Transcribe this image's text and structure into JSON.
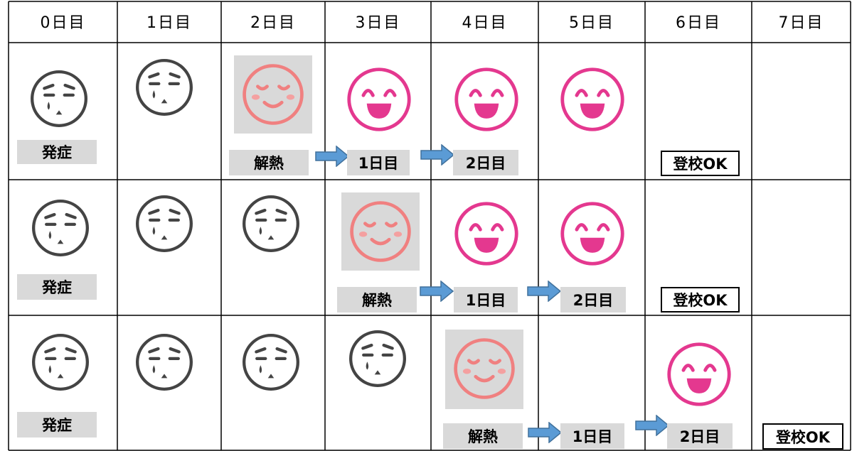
{
  "headers": [
    "0日目",
    "1日目",
    "2日目",
    "3日目",
    "4日目",
    "5日目",
    "6日目",
    "7日目"
  ],
  "labels": {
    "onset": "発症",
    "fever_gone": "解熱",
    "day1": "1日目",
    "day2": "2日目",
    "school_ok": "登校OK"
  },
  "rows": [
    {
      "onset_col": 0,
      "fever_gone_col": 2,
      "school_ok_col": 6,
      "sad_cols": [
        0,
        1
      ],
      "relief_col": 2,
      "happy_cols": [
        3,
        4,
        5
      ]
    },
    {
      "onset_col": 0,
      "fever_gone_col": 3,
      "school_ok_col": 6,
      "sad_cols": [
        0,
        1,
        2
      ],
      "relief_col": 3,
      "happy_cols": [
        4,
        5
      ]
    },
    {
      "onset_col": 0,
      "fever_gone_col": 4,
      "school_ok_col": 7,
      "sad_cols": [
        0,
        1,
        2,
        3
      ],
      "relief_col": 4,
      "happy_cols": [
        6
      ]
    }
  ],
  "colors": {
    "sad": "#444444",
    "relief": "#f08080",
    "happy": "#e4388f",
    "arrow": "#5b9bd5",
    "label_bg": "#d9d9d9"
  }
}
